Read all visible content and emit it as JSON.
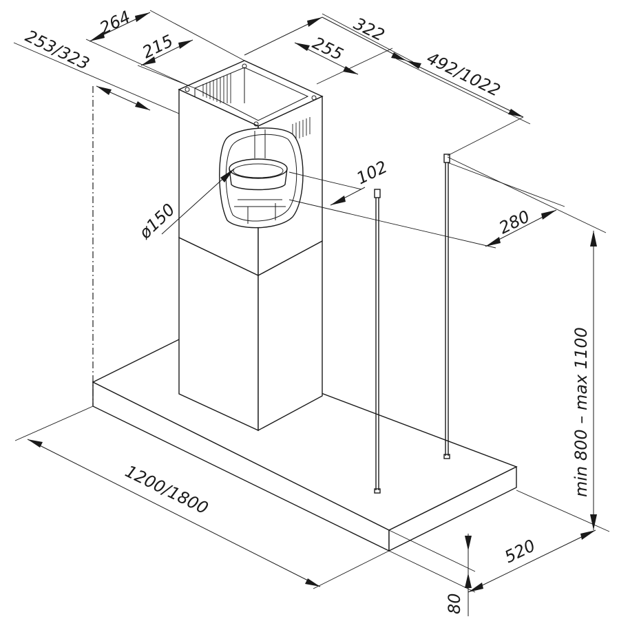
{
  "dimensions": {
    "d264": "264",
    "d215": "215",
    "d253_323": "253/323",
    "d322": "322",
    "d255": "255",
    "d492_1022": "492/1022",
    "d102": "102",
    "d150": "ø150",
    "d280": "280",
    "d800_1100": "min 800 – max 1100",
    "d1200_1800": "1200/1800",
    "d520": "520",
    "d80": "80"
  }
}
